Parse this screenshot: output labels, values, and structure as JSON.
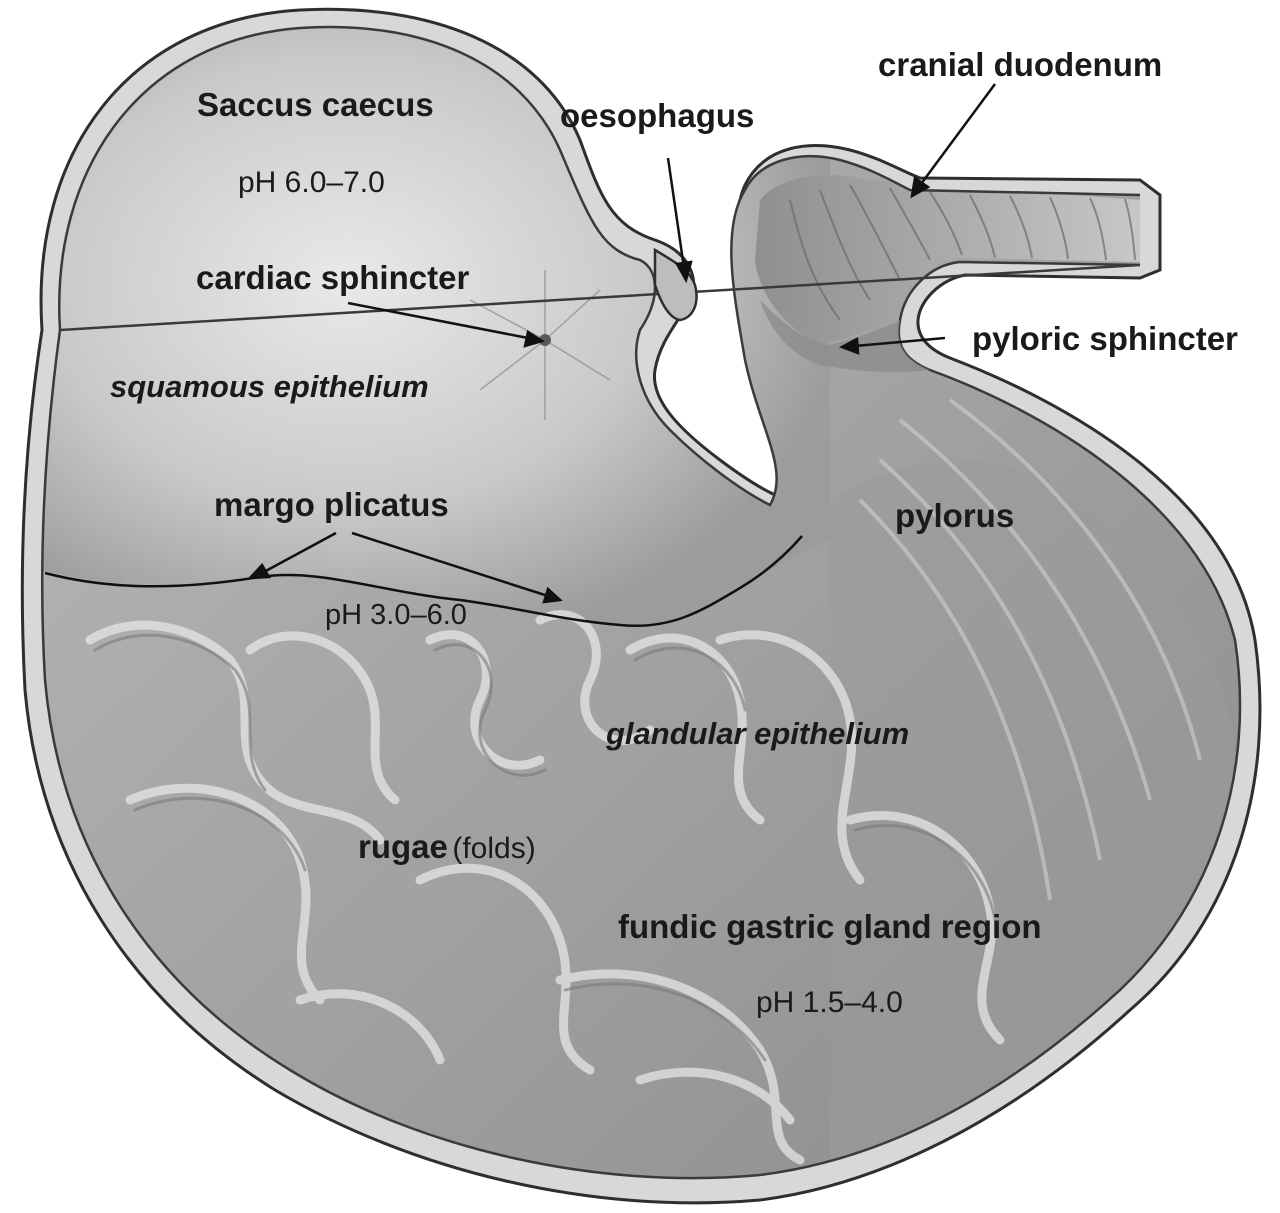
{
  "labels": {
    "saccus_caecus": "Saccus caecus",
    "ph_saccus": "pH 6.0–7.0",
    "cardiac_sphincter": "cardiac sphincter",
    "squamous_epithelium": "squamous epithelium",
    "margo_plicatus": "margo plicatus",
    "ph_margo": "pH 3.0–6.0",
    "oesophagus": "oesophagus",
    "cranial_duodenum": "cranial duodenum",
    "pyloric_sphincter": "pyloric sphincter",
    "pylorus": "pylorus",
    "glandular_epithelium": "glandular epithelium",
    "rugae": "rugae",
    "rugae_note": "(folds)",
    "fundic_region": "fundic gastric gland region",
    "ph_fundic": "pH 1.5–4.0"
  },
  "colors": {
    "tissue_light": "#d4d4d4",
    "tissue_mid": "#a6a6a6",
    "tissue_dark": "#6e6e6e",
    "outline": "#2e2e2e",
    "text": "#1a1a1a"
  }
}
